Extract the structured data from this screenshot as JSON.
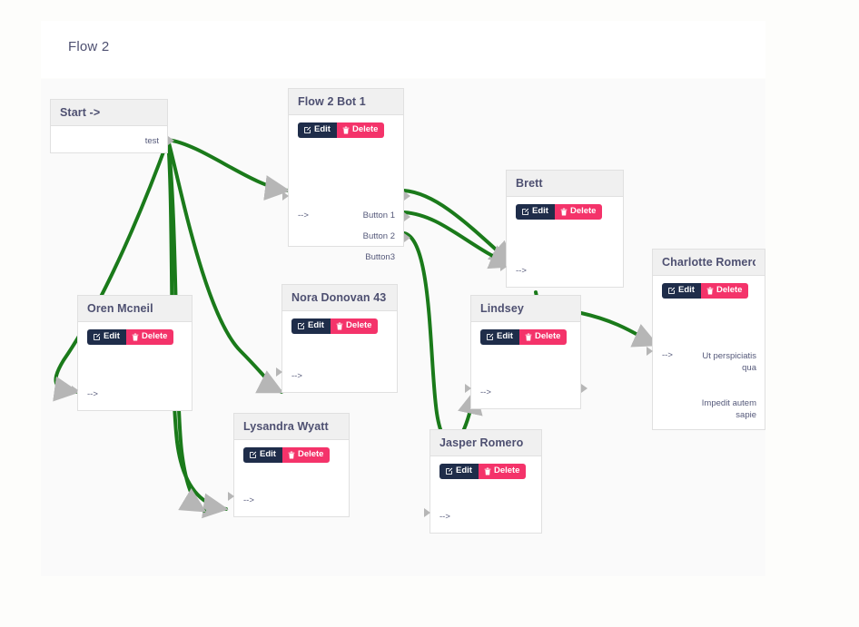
{
  "header": {
    "title": "Flow 2"
  },
  "canvas": {
    "arrow_label": "-->"
  },
  "colors": {
    "edge": "#1a7a1a",
    "edit_button": "#1f2d4a",
    "delete_button": "#f4336a",
    "node_header": "#f0f0f0",
    "node_border": "#e0e0e0",
    "title_text": "#4e5071",
    "canvas_bg": "#fafafa",
    "page_bg": "#fdfdfb"
  },
  "buttons": {
    "edit_label": "Edit",
    "delete_label": "Delete",
    "edit_icon": "pencil-square-icon",
    "delete_icon": "trash-icon"
  },
  "nodes": [
    {
      "id": "start",
      "title": "Start ->",
      "has_buttons": false,
      "inputs": [],
      "outputs": [
        "test"
      ]
    },
    {
      "id": "flow-2-bot-1",
      "title": "Flow 2 Bot 1",
      "has_buttons": true,
      "inputs": [
        "-->"
      ],
      "outputs": [
        "Button 1",
        "Button 2",
        "Button3"
      ]
    },
    {
      "id": "brett",
      "title": "Brett",
      "has_buttons": true,
      "inputs": [
        "-->"
      ],
      "outputs": []
    },
    {
      "id": "charlotte-romero",
      "title": "Charlotte Romero",
      "has_buttons": true,
      "inputs": [
        "-->"
      ],
      "outputs": [
        "Ut perspiciatis qua",
        "Impedit autem sapie"
      ]
    },
    {
      "id": "oren-mcneil",
      "title": "Oren Mcneil",
      "has_buttons": true,
      "inputs": [
        "-->"
      ],
      "outputs": []
    },
    {
      "id": "nora-donovan-43",
      "title": "Nora Donovan 43",
      "has_buttons": true,
      "inputs": [
        "-->"
      ],
      "outputs": []
    },
    {
      "id": "lindsey",
      "title": "Lindsey",
      "has_buttons": true,
      "inputs": [
        "-->"
      ],
      "outputs": []
    },
    {
      "id": "lysandra-wyatt",
      "title": "Lysandra Wyatt",
      "has_buttons": true,
      "inputs": [
        "-->"
      ],
      "outputs": []
    },
    {
      "id": "jasper-romero",
      "title": "Jasper Romero",
      "has_buttons": true,
      "inputs": [
        "-->"
      ],
      "outputs": []
    }
  ],
  "edges": [
    {
      "from": "start.test",
      "to": "flow-2-bot-1.in"
    },
    {
      "from": "start.test",
      "to": "oren-mcneil.in"
    },
    {
      "from": "start.test",
      "to": "nora-donovan-43.in"
    },
    {
      "from": "start.test",
      "to": "lysandra-wyatt.in"
    },
    {
      "from": "start.test",
      "to": "jasper-romero.in"
    },
    {
      "from": "flow-2-bot-1.Button 1",
      "to": "brett.in"
    },
    {
      "from": "flow-2-bot-1.Button 2",
      "to": "brett.in"
    },
    {
      "from": "flow-2-bot-1.Button3",
      "to": "lindsey.in"
    },
    {
      "from": "brett.out",
      "to": "lindsey.in"
    },
    {
      "from": "lindsey.out",
      "to": "charlotte-romero.in"
    }
  ]
}
